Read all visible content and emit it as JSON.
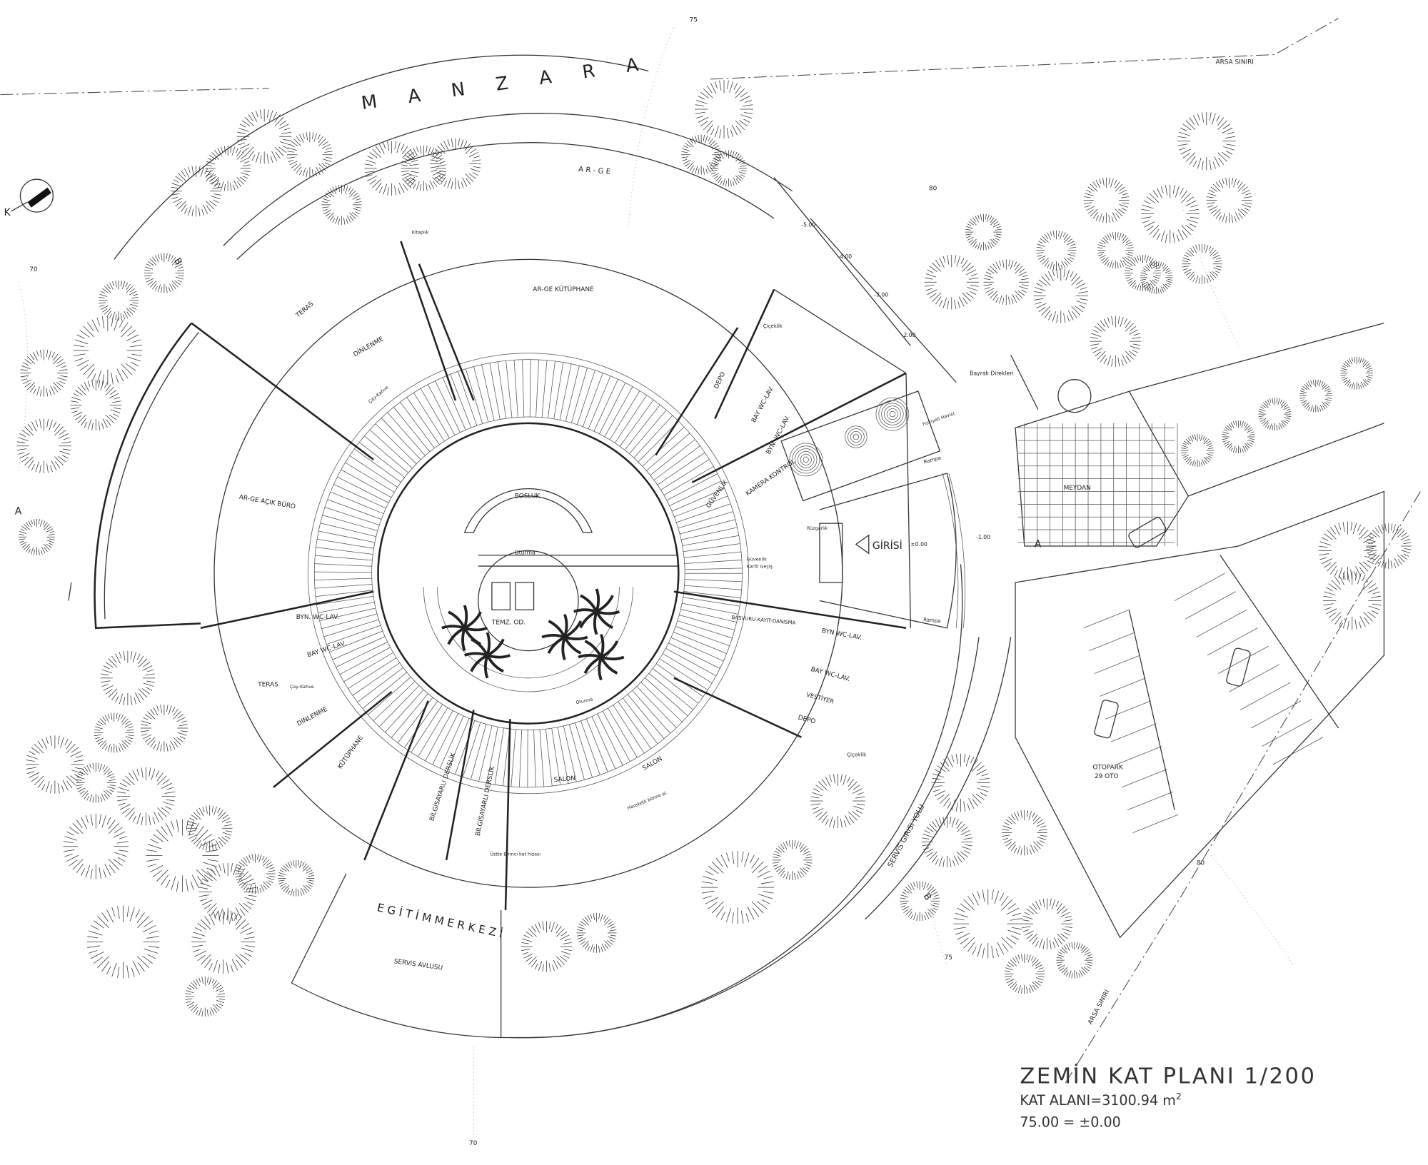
{
  "site": {
    "view_label": "M A N Z A R A",
    "boundary_top": "ARSA SINIRI",
    "boundary_bottom": "ARSA SINIRI",
    "north_label": "K",
    "section_a_left": "A",
    "section_a_right": "A",
    "section_b_top": "B",
    "section_b_bottom": "B",
    "contours": [
      "75",
      "70",
      "80",
      "80",
      "75",
      "70"
    ],
    "service_road": "SERViS GiRiSi YOLU",
    "service_yard": "SERViS AVLUSU",
    "education_center": "E G İ T İ M   M E R K E Z İ",
    "parking": "OTOPARK",
    "parking_count": "29 OTO",
    "plaza": "MEYDAN",
    "flag_poles": "Bayrak Direkleri"
  },
  "rooms": {
    "arge": "A R - G E",
    "arge_library": "AR-GE KÜTÜPHANE",
    "arge_office": "AR-GE AÇIK BÜRO",
    "bookshelf": "Kitaplık",
    "terrace_top": "TERAS",
    "rest_top": "DİNLENME",
    "tea_coffee_top": "Çay-Kahve",
    "void": "BOSLUK",
    "seating_top": "Oturma",
    "cleaning": "TEMZ. OD.",
    "depot_top": "DEPO",
    "male_wc_top": "BAY WC-LAV.",
    "female_wc_top": "BYN. WC-LAV.",
    "security": "GÜVENLİK",
    "camera": "KAMERA KONTROL",
    "fountain": "Fıskiyeli Havuz",
    "ramp_top": "Rampa",
    "ramp_bottom": "Rampa",
    "entrance": "GİRİSİ",
    "windbreak": "Rüzgarlık",
    "security_gate": "Güvenlik",
    "security_gate2": "Kartlı Geçiş",
    "flowerbed_top": "Çiçeklik",
    "flowerbed_bottom": "Çiçeklik",
    "reception": "BASVURU-KAYIT-DANISMA",
    "female_wc_right": "BYN WC-LAV.",
    "male_wc_right": "BAY WC-LAV.",
    "cloakroom": "VESTİYER",
    "depot_right": "DEPO",
    "terrace_left": "TERAS",
    "tea_coffee_left": "Çay-Kahve",
    "female_wc_left": "BYN. WC-LAV.",
    "male_wc_left": "BAY WC-LAV.",
    "rest_left": "DİNLENME",
    "library": "KÜTÜPHANE",
    "computer_class_1": "BİLGİSAYARLI DERSLİK",
    "computer_class_2": "BİLGİSAYARLI DERSLİK",
    "hall_1": "SALON",
    "hall_2": "SALON",
    "movable_partition": "Hareketli bölme el.",
    "upper_floor_line": "Üstte Birinci kat hizası",
    "seating_bottom": "Oturma"
  },
  "levels": {
    "entrance": "±0.00",
    "outside": "-1.00",
    "l5": "-5.00",
    "l4": "-4.00",
    "l3": "-3.00",
    "l2": "-2.00"
  },
  "title_block": {
    "title": "ZEMİN KAT PLANI 1/200",
    "area_prefix": "KAT ALANI=3100.94 m",
    "area_sup": "2",
    "datum": "75.00 = ±0.00"
  }
}
